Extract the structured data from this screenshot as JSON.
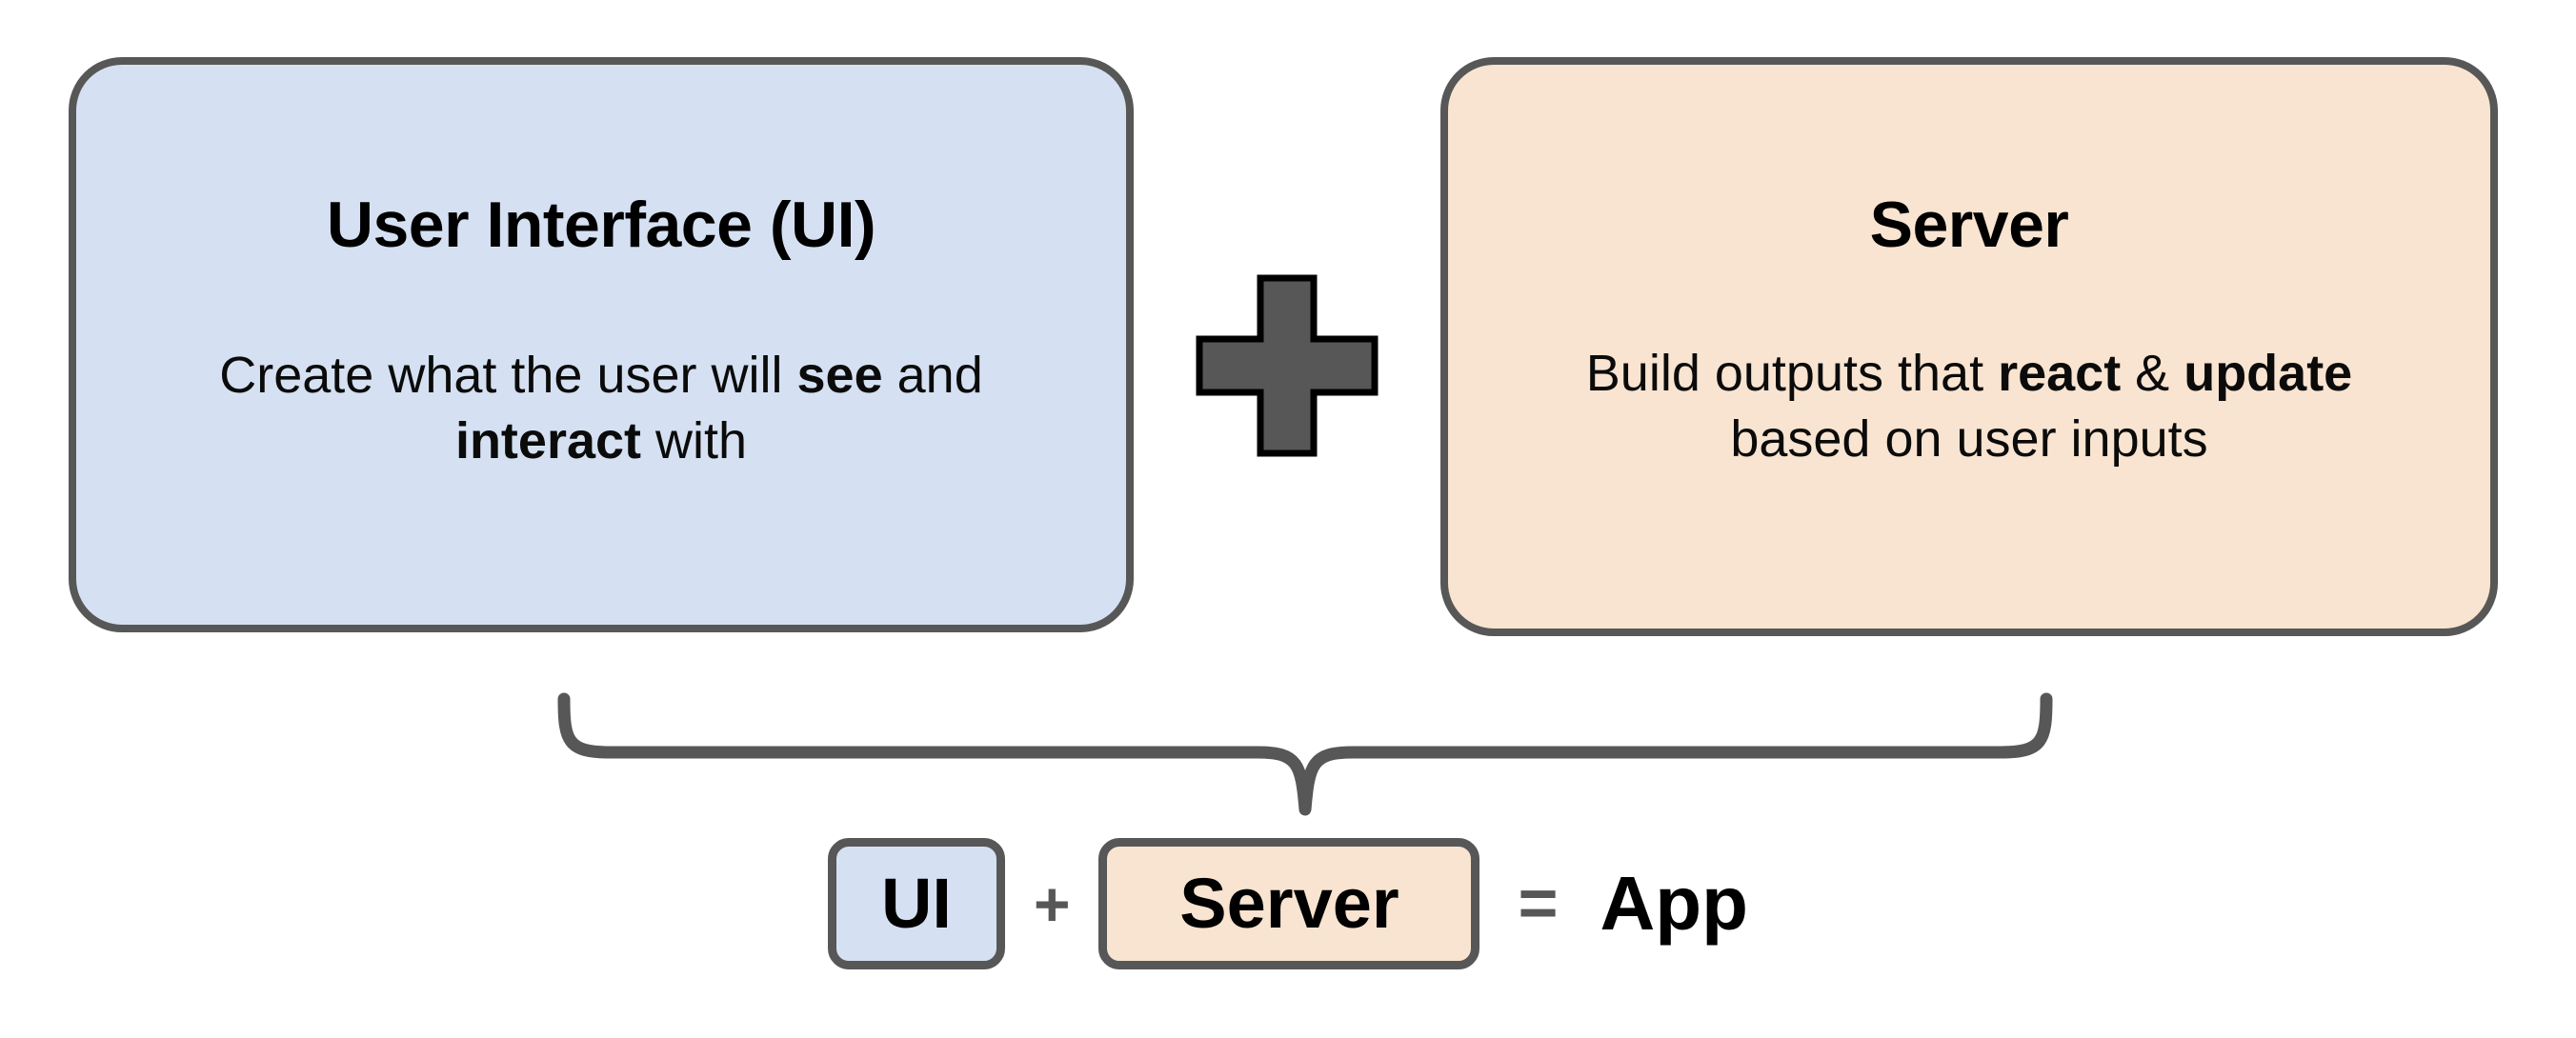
{
  "diagram": {
    "type": "concept-diagram",
    "title_semantic": "UI plus Server equals App",
    "colors": {
      "ui_fill": "#d5e1f2",
      "server_fill": "#f8e4d0",
      "stroke": "#575757",
      "text": "#000000",
      "background": "#ffffff"
    },
    "cards": [
      {
        "id": "ui",
        "title": "User Interface (UI)",
        "body_parts": [
          {
            "text": "Create what the user will ",
            "bold": false
          },
          {
            "text": "see",
            "bold": true
          },
          {
            "text": " and ",
            "bold": false
          },
          {
            "text": "interact",
            "bold": true
          },
          {
            "text": " with",
            "bold": false
          }
        ],
        "body_plain": "Create what the user will see and interact with"
      },
      {
        "id": "server",
        "title": "Server",
        "body_parts": [
          {
            "text": "Build outputs that ",
            "bold": false
          },
          {
            "text": "react",
            "bold": true
          },
          {
            "text": " & ",
            "bold": false
          },
          {
            "text": "update",
            "bold": true
          },
          {
            "text": " based on user inputs",
            "bold": false
          }
        ],
        "body_plain": "Build outputs that react & update based on user inputs"
      }
    ],
    "connector": {
      "plus_symbol": "+",
      "brace_semantic": "curly-brace-down"
    },
    "equation": {
      "ui_chip": "UI",
      "plus_operator": "+",
      "server_chip": "Server",
      "equals_operator": "=",
      "result": "App"
    }
  }
}
